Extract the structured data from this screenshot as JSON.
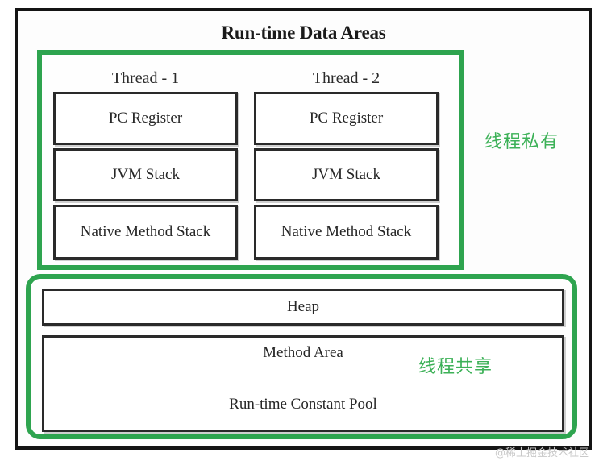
{
  "diagram": {
    "title": "Run-time Data Areas",
    "colors": {
      "green_accent": "#2ea44f",
      "note_green": "#3cb157",
      "box_border": "#2a2a2a",
      "frame_border": "#141414"
    },
    "private_region": {
      "note": "线程私有",
      "threads": [
        {
          "label": "Thread - 1",
          "boxes": [
            {
              "label": "PC Register"
            },
            {
              "label": "JVM Stack"
            },
            {
              "label": "Native Method Stack"
            }
          ]
        },
        {
          "label": "Thread - 2",
          "boxes": [
            {
              "label": "PC Register"
            },
            {
              "label": "JVM Stack"
            },
            {
              "label": "Native Method Stack"
            }
          ]
        }
      ]
    },
    "shared_region": {
      "note": "线程共享",
      "heap": {
        "label": "Heap"
      },
      "method_area": {
        "label": "Method Area",
        "constant_pool": "Run-time Constant Pool"
      }
    },
    "watermark": "@稀土掘金技术社区"
  }
}
